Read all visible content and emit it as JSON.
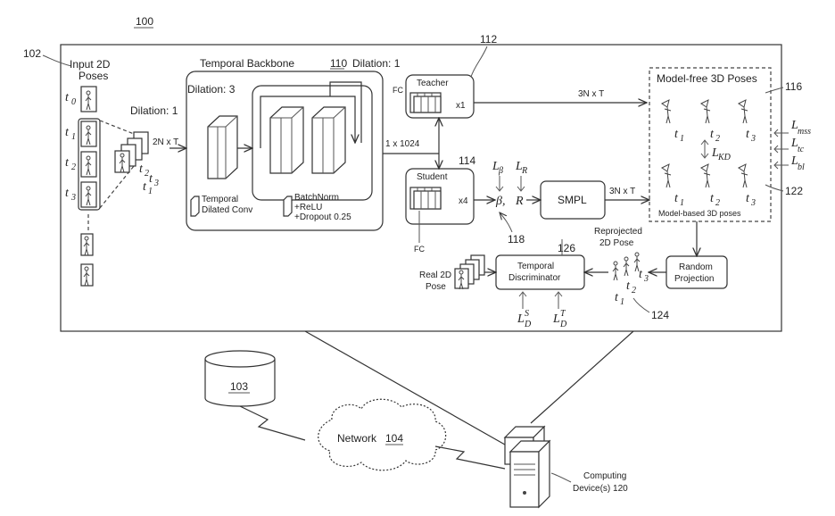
{
  "figure": {
    "number": "100",
    "ref_input": "102",
    "ref_teacher": "112",
    "ref_student": "114",
    "ref_model_free": "116",
    "ref_beta_r": "118",
    "ref_model_based": "122",
    "ref_reprojected": "124",
    "ref_discriminator": "126"
  },
  "input": {
    "title_line1": "Input 2D",
    "title_line2": "Poses",
    "t0": "t",
    "t0_sub": "0",
    "t1": "t",
    "t1_sub": "1",
    "t2": "t",
    "t2_sub": "2",
    "t3": "t",
    "t3_sub": "3",
    "seq_t1": "t",
    "seq_t1_sub": "1",
    "seq_t2": "t",
    "seq_t2_sub": "2",
    "seq_t3": "t",
    "seq_t3_sub": "3"
  },
  "backbone": {
    "title": "Temporal Backbone",
    "title_ref": "110",
    "dilation1": "Dilation: 1",
    "dilation3": "Dilation: 3",
    "dilation1_right": "Dilation: 1",
    "dim_in": "2N x T",
    "dim_out": "1 x 1024",
    "legend_conv_line1": "Temporal",
    "legend_conv_line2": "Dilated Conv",
    "legend_bn_line1": "BatchNorm",
    "legend_bn_line2": "+ReLU",
    "legend_bn_line3": "+Dropout 0.25"
  },
  "teacher": {
    "label": "Teacher",
    "fc": "FC",
    "mult": "x1",
    "out_dim": "3N x T"
  },
  "student": {
    "label": "Student",
    "fc": "FC",
    "mult": "x4",
    "l_beta": "L",
    "l_beta_sub": "β",
    "l_r": "L",
    "l_r_sub": "R",
    "beta": "β,",
    "r": "R"
  },
  "smpl": {
    "label": "SMPL",
    "out_dim": "3N x T"
  },
  "model_free": {
    "title": "Model-free 3D Poses",
    "t1": "t",
    "t1_sub": "1",
    "t2": "t",
    "t2_sub": "2",
    "t3": "t",
    "t3_sub": "3",
    "lkd": "L",
    "lkd_sub": "KD"
  },
  "model_based": {
    "title": "Model-based 3D poses",
    "t1": "t",
    "t1_sub": "1",
    "t2": "t",
    "t2_sub": "2",
    "t3": "t",
    "t3_sub": "3"
  },
  "losses": {
    "l_mss": "L",
    "l_mss_sub": "mss",
    "l_tc": "L",
    "l_tc_sub": "tc",
    "l_bl": "L",
    "l_bl_sub": "bl"
  },
  "discriminator": {
    "line1": "Temporal",
    "line2": "Discriminator",
    "lds": "L",
    "lds_sup": "S",
    "lds_sub": "D",
    "ldt": "L",
    "ldt_sup": "T",
    "ldt_sub": "D",
    "real_line1": "Real 2D",
    "real_line2": "Pose"
  },
  "projection": {
    "line1": "Random",
    "line2": "Projection",
    "reproj_line1": "Reprojected",
    "reproj_line2": "2D Pose",
    "t1": "t",
    "t1_sub": "1",
    "t2": "t",
    "t2_sub": "2",
    "t3": "t",
    "t3_sub": "3"
  },
  "network": {
    "db_ref": "103",
    "label": "Network",
    "ref": "104",
    "device_line1": "Computing",
    "device_line2": "Device(s) 120"
  }
}
